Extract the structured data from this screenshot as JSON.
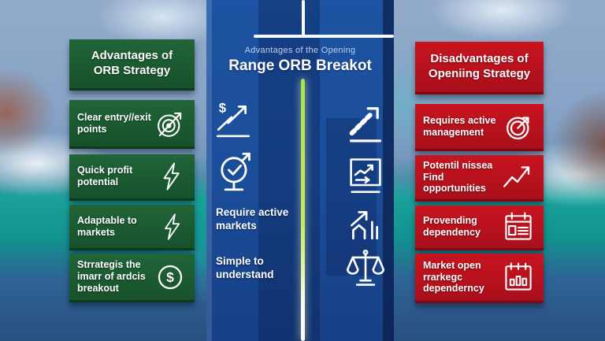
{
  "title": {
    "line1": "Advantages of the Opening",
    "line2": "Range ORB Breakot"
  },
  "left": {
    "header": "Advantages of ORB Strategy",
    "items": [
      {
        "label": "Clear entry//exit points",
        "icon": "target-arrow-icon"
      },
      {
        "label": "Quick profit potential",
        "icon": "lightning-icon"
      },
      {
        "label": "Adaptable to markets",
        "icon": "lightning-icon"
      },
      {
        "label": "Strrategis the imarr of ardcis breakout",
        "icon": "dollar-circle-icon"
      }
    ]
  },
  "center": {
    "icons_left": [
      "money-growth-icon",
      "market-check-icon"
    ],
    "notes": [
      "Require active markets",
      "Simple to understand"
    ],
    "icons_right": [
      "momentum-arrow-icon",
      "chart-window-icon",
      "growth-bars-icon",
      "balance-scales-icon"
    ]
  },
  "right": {
    "header": "Disadvantages of Openiing Strategy",
    "items": [
      {
        "label": "Requires active management",
        "icon": "clock-breakout-icon"
      },
      {
        "label": "Potentil nissea Find opportunities",
        "icon": "rising-arrow-icon"
      },
      {
        "label": "Provending dependency",
        "icon": "calendar-lines-icon"
      },
      {
        "label": "Market open rrarkegc dependerncy",
        "icon": "calendar-bars-icon"
      }
    ]
  },
  "colors": {
    "advantage_green": "#1b5c31",
    "disadvantage_red": "#c01420",
    "column_blue": "#1c4e9b",
    "accent_line": "#bfe55e",
    "text": "#ffffff"
  }
}
